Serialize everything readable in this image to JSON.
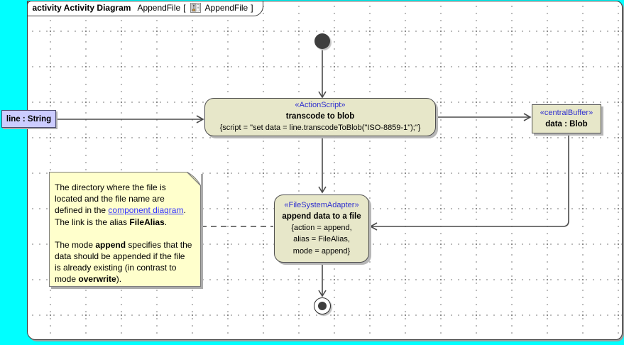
{
  "header": {
    "diagram_kind": "activity Activity Diagram",
    "diagram_name": "AppendFile",
    "open_bracket": "[",
    "context_name": "AppendFile",
    "close_bracket": "]",
    "icon": "activity-diagram-icon"
  },
  "nodes": {
    "line_pin": {
      "label": "line : String",
      "fill": "#ccccff"
    },
    "transcode": {
      "stereotype": "«ActionScript»",
      "name": "transcode to blob",
      "script": "{script = \"set data = line.transcodeToBlob(\"ISO-8859-1\");\"}",
      "fill": "#e7e7c9"
    },
    "buffer": {
      "stereotype": "«centralBuffer»",
      "name": "data : Blob",
      "fill": "#e7e7c9"
    },
    "append": {
      "stereotype": "«FileSystemAdapter»",
      "name": "append data to a file",
      "props": [
        "{action = append,",
        "alias = FileAlias,",
        "mode = append}"
      ],
      "fill": "#e7e7c9"
    },
    "initial_node": "initial-node",
    "final_node": "activity-final-node"
  },
  "note": {
    "fill": "#ffffcc",
    "l1": "The directory where the file is",
    "l2": "located and the file name are",
    "l3a": "defined in the ",
    "l3_link": "component diagram",
    "l3b": ".",
    "l4a": "The link is the alias ",
    "l4_bold": "FileAlias",
    "l4b": ".",
    "l5a": "The mode ",
    "l5_bold": "append",
    "l5b": " specifies that the",
    "l6": "data should be appended if the file",
    "l7": "is already existing (in contrast to",
    "l8a": "mode ",
    "l8_bold": "overwrite",
    "l8b": ")."
  },
  "colors": {
    "canvas": "#00ffff",
    "node_fill": "#e7e7c9",
    "note_fill": "#ffffcc",
    "pin_fill": "#ccccff",
    "stereotype_blue": "#3030cf",
    "link_blue": "#3333ff",
    "edge_gray": "#4a4a4a"
  }
}
